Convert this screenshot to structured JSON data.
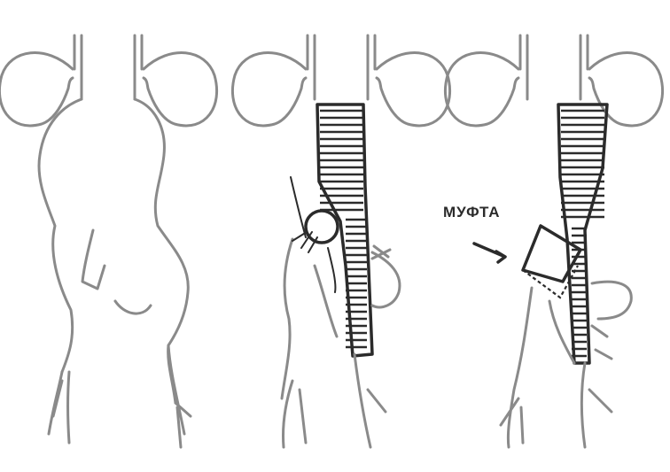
{
  "panels": [
    {
      "id": "aneurysm"
    },
    {
      "id": "tube-graft"
    },
    {
      "id": "graft-with-sleeve"
    }
  ],
  "annotation": {
    "text": "МУФТА"
  }
}
